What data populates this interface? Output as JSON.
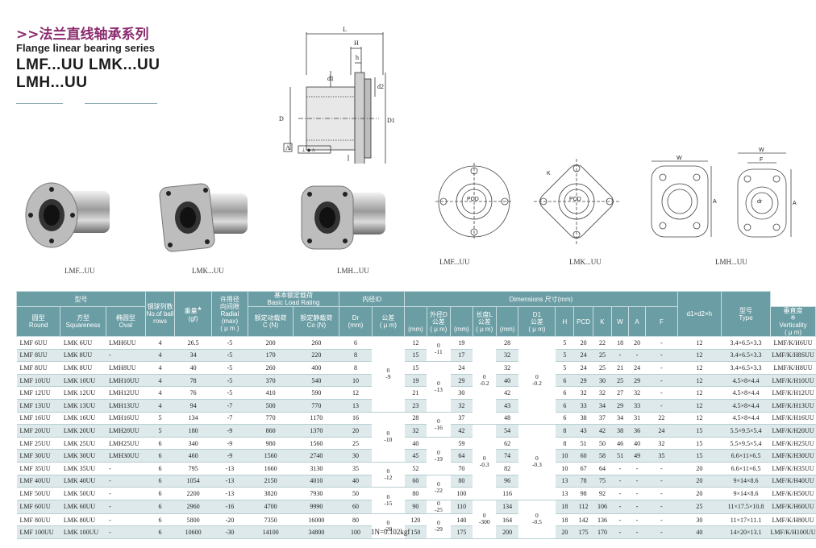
{
  "header": {
    "cn_title": ">>法兰直线轴承系列",
    "en_title": "Flange linear bearing series",
    "models_line1": "LMF...UU   LMK...UU",
    "models_line2": "LMH...UU"
  },
  "drawing_labels": {
    "L": "L",
    "H": "H",
    "h": "h",
    "d1": "d1",
    "d2": "d2",
    "D": "D",
    "D1": "D1",
    "A": "A",
    "W": "W",
    "F": "F",
    "K": "K",
    "PCD": "PCD",
    "dr": "dr",
    "tol_symbol": "⊥ ◆ A"
  },
  "product_labels": {
    "lmf": "LMF...UU",
    "lmk": "LMK...UU",
    "lmh": "LMH...UU"
  },
  "view_labels": {
    "lmf": "LMF...UU",
    "lmk": "LMK...UU",
    "lmh": "LMH...UU"
  },
  "table": {
    "h_model": "型号",
    "h_round": "圆型",
    "h_round_en": "Round",
    "h_square": "方型",
    "h_square_en": "Squareness",
    "h_oval": "椭圆型",
    "h_oval_en": "Oval",
    "h_balls": "钢球列数",
    "h_balls_en1": "No.of ball",
    "h_balls_en2": "rows",
    "h_weight": "重量",
    "h_weight_star": "★",
    "h_weight_unit": "(gf)",
    "h_radial": "许用径",
    "h_radial2": "向间隙",
    "h_radial_en": "Radial",
    "h_radial_max": "(max)",
    "h_radial_unit": "( μ m )",
    "h_load": "基本额定载荷",
    "h_load_en": "Basic Load Rating",
    "h_dyn": "额定动载荷",
    "h_dyn_en": "C (N)",
    "h_stat": "额定静载荷",
    "h_stat_en": "Co (N)",
    "h_id": "内径ID",
    "h_dr": "Dr",
    "h_dr_unit": "(mm)",
    "h_tol": "公差",
    "h_tol_unit": "( μ m)",
    "h_dims": "Dimensions   尺寸(mm)",
    "h_D": "外径D",
    "h_D_mm": "(mm)",
    "h_D_tol": "公差",
    "h_D_tol_u": "( μ m)",
    "h_L": "长度L",
    "h_L_mm": "(mm)",
    "h_L_tol": "公差",
    "h_L_tol_u": "( μ m)",
    "h_D1": "D1",
    "h_D1_mm": "(mm)",
    "h_D1_tol": "公差",
    "h_D1_tol_u": "( μ m)",
    "h_H": "H",
    "h_PCD": "PCD",
    "h_K": "K",
    "h_W": "W",
    "h_A": "A",
    "h_F": "F",
    "h_vert": "垂直度",
    "h_vert_sym": "※",
    "h_vert_en": "Verticality",
    "h_vert_unit": "( μ m)",
    "h_dims2": "d1×d2×h",
    "h_type": "型号",
    "h_type_en": "Type",
    "rows": [
      {
        "round": "LMF 6UU",
        "square": "LMK 6UU",
        "oval": "LMH6UU",
        "balls": "4",
        "weight": "26.5",
        "radial": "-5",
        "c": "200",
        "co": "260",
        "dr": "6",
        "D": "12",
        "L": "19",
        "D1": "28",
        "H": "5",
        "PCD": "20",
        "K": "22",
        "W": "18",
        "A": "20",
        "F": "-",
        "vert": "12",
        "dims": "3.4×6.5×3.3",
        "type": "LMF/K/H6UU"
      },
      {
        "round": "LMF 8UU",
        "square": "LMK 8UU",
        "oval": "-",
        "balls": "4",
        "weight": "34",
        "radial": "-5",
        "c": "170",
        "co": "220",
        "dr": "8",
        "D": "15",
        "L": "17",
        "D1": "32",
        "H": "5",
        "PCD": "24",
        "K": "25",
        "W": "-",
        "A": "-",
        "F": "-",
        "vert": "12",
        "dims": "3.4×6.5×3.3",
        "type": "LMF/K/H8SUU"
      },
      {
        "round": "LMF 8UU",
        "square": "LMK 8UU",
        "oval": "LMH8UU",
        "balls": "4",
        "weight": "40",
        "radial": "-5",
        "c": "260",
        "co": "400",
        "dr": "8",
        "D": "15",
        "L": "24",
        "D1": "32",
        "H": "5",
        "PCD": "24",
        "K": "25",
        "W": "21",
        "A": "24",
        "F": "-",
        "vert": "12",
        "dims": "3.4×6.5×3.3",
        "type": "LMF/K/H8UU"
      },
      {
        "round": "LMF 10UU",
        "square": "LMK 10UU",
        "oval": "LMH10UU",
        "balls": "4",
        "weight": "78",
        "radial": "-5",
        "c": "370",
        "co": "540",
        "dr": "10",
        "D": "19",
        "L": "29",
        "D1": "40",
        "H": "6",
        "PCD": "29",
        "K": "30",
        "W": "25",
        "A": "29",
        "F": "-",
        "vert": "12",
        "dims": "4.5×8×4.4",
        "type": "LMF/K/H10UU"
      },
      {
        "round": "LMF 12UU",
        "square": "LMK 12UU",
        "oval": "LMH12UU",
        "balls": "4",
        "weight": "76",
        "radial": "-5",
        "c": "410",
        "co": "590",
        "dr": "12",
        "D": "21",
        "L": "30",
        "D1": "42",
        "H": "6",
        "PCD": "32",
        "K": "32",
        "W": "27",
        "A": "32",
        "F": "-",
        "vert": "12",
        "dims": "4.5×8×4.4",
        "type": "LMF/K/H12UU"
      },
      {
        "round": "LMF 13UU",
        "square": "LMK 13UU",
        "oval": "LMH13UU",
        "balls": "4",
        "weight": "94",
        "radial": "-7",
        "c": "500",
        "co": "770",
        "dr": "13",
        "D": "23",
        "L": "32",
        "D1": "43",
        "H": "6",
        "PCD": "33",
        "K": "34",
        "W": "29",
        "A": "33",
        "F": "-",
        "vert": "12",
        "dims": "4.5×8×4.4",
        "type": "LMF/K/H13UU"
      },
      {
        "round": "LMF 16UU",
        "square": "LMK 16UU",
        "oval": "LMH16UU",
        "balls": "5",
        "weight": "134",
        "radial": "-7",
        "c": "770",
        "co": "1170",
        "dr": "16",
        "D": "28",
        "L": "37",
        "D1": "48",
        "H": "6",
        "PCD": "38",
        "K": "37",
        "W": "34",
        "A": "31",
        "F": "22",
        "vert": "12",
        "dims": "4.5×8×4.4",
        "type": "LMF/K/H16UU"
      },
      {
        "round": "LMF 20UU",
        "square": "LMK 20UU",
        "oval": "LMH20UU",
        "balls": "5",
        "weight": "180",
        "radial": "-9",
        "c": "860",
        "co": "1370",
        "dr": "20",
        "D": "32",
        "L": "42",
        "D1": "54",
        "H": "8",
        "PCD": "43",
        "K": "42",
        "W": "38",
        "A": "36",
        "F": "24",
        "vert": "15",
        "dims": "5.5×9.5×5.4",
        "type": "LMF/K/H20UU"
      },
      {
        "round": "LMF 25UU",
        "square": "LMK 25UU",
        "oval": "LMH25UU",
        "balls": "6",
        "weight": "340",
        "radial": "-9",
        "c": "980",
        "co": "1560",
        "dr": "25",
        "D": "40",
        "L": "59",
        "D1": "62",
        "H": "8",
        "PCD": "51",
        "K": "50",
        "W": "46",
        "A": "40",
        "F": "32",
        "vert": "15",
        "dims": "5.5×9.5×5.4",
        "type": "LMF/K/H25UU"
      },
      {
        "round": "LMF 30UU",
        "square": "LMK 30UU",
        "oval": "LMH30UU",
        "balls": "6",
        "weight": "460",
        "radial": "-9",
        "c": "1560",
        "co": "2740",
        "dr": "30",
        "D": "45",
        "L": "64",
        "D1": "74",
        "H": "10",
        "PCD": "60",
        "K": "58",
        "W": "51",
        "A": "49",
        "F": "35",
        "vert": "15",
        "dims": "6.6×11×6.5",
        "type": "LMF/K/H30UU"
      },
      {
        "round": "LMF 35UU",
        "square": "LMK 35UU",
        "oval": "-",
        "balls": "6",
        "weight": "795",
        "radial": "-13",
        "c": "1660",
        "co": "3130",
        "dr": "35",
        "D": "52",
        "L": "70",
        "D1": "82",
        "H": "10",
        "PCD": "67",
        "K": "64",
        "W": "-",
        "A": "-",
        "F": "-",
        "vert": "20",
        "dims": "6.6×11×6.5",
        "type": "LMF/K/H35UU"
      },
      {
        "round": "LMF 40UU",
        "square": "LMK 40UU",
        "oval": "-",
        "balls": "6",
        "weight": "1054",
        "radial": "-13",
        "c": "2150",
        "co": "4010",
        "dr": "40",
        "D": "60",
        "L": "80",
        "D1": "96",
        "H": "13",
        "PCD": "78",
        "K": "75",
        "W": "-",
        "A": "-",
        "F": "-",
        "vert": "20",
        "dims": "9×14×8.6",
        "type": "LMF/K/H40UU"
      },
      {
        "round": "LMF 50UU",
        "square": "LMK 50UU",
        "oval": "-",
        "balls": "6",
        "weight": "2200",
        "radial": "-13",
        "c": "3820",
        "co": "7930",
        "dr": "50",
        "D": "80",
        "L": "100",
        "D1": "116",
        "H": "13",
        "PCD": "98",
        "K": "92",
        "W": "-",
        "A": "-",
        "F": "-",
        "vert": "20",
        "dims": "9×14×8.6",
        "type": "LMF/K/H50UU"
      },
      {
        "round": "LMF 60UU",
        "square": "LMK 60UU",
        "oval": "-",
        "balls": "6",
        "weight": "2960",
        "radial": "-16",
        "c": "4700",
        "co": "9990",
        "dr": "60",
        "D": "90",
        "L": "110",
        "D1": "134",
        "H": "18",
        "PCD": "112",
        "K": "106",
        "W": "-",
        "A": "-",
        "F": "-",
        "vert": "25",
        "dims": "11×17.5×10.8",
        "type": "LMF/K/H60UU"
      },
      {
        "round": "LMF 80UU",
        "square": "LMK 80UU",
        "oval": "-",
        "balls": "6",
        "weight": "5800",
        "radial": "-20",
        "c": "7350",
        "co": "16000",
        "dr": "80",
        "D": "120",
        "L": "140",
        "D1": "164",
        "H": "18",
        "PCD": "142",
        "K": "136",
        "W": "-",
        "A": "-",
        "F": "-",
        "vert": "30",
        "dims": "11×17×11.1",
        "type": "LMF/K/H80UU"
      },
      {
        "round": "LMF 100UU",
        "square": "LMK 100UU",
        "oval": "-",
        "balls": "6",
        "weight": "10600",
        "radial": "-30",
        "c": "14100",
        "co": "34800",
        "dr": "100",
        "D": "150",
        "L": "175",
        "D1": "200",
        "H": "20",
        "PCD": "175",
        "K": "170",
        "W": "-",
        "A": "-",
        "F": "-",
        "vert": "40",
        "dims": "14×20×13.1",
        "type": "LMF/K/H100UU"
      }
    ],
    "tol_id": [
      {
        "top": "0",
        "bot": "-9"
      },
      {
        "top": "0",
        "bot": "-10"
      },
      {
        "top": "0",
        "bot": "-12"
      },
      {
        "top": "0",
        "bot": "-15"
      },
      {
        "top": "0",
        "bot": "-20"
      }
    ],
    "tol_D": [
      {
        "top": "0",
        "bot": "-11"
      },
      {
        "top": "0",
        "bot": "-13"
      },
      {
        "top": "0",
        "bot": "-16"
      },
      {
        "top": "0",
        "bot": "-19"
      },
      {
        "top": "0",
        "bot": "-22"
      },
      {
        "top": "0",
        "bot": "-25"
      },
      {
        "top": "0",
        "bot": "-29"
      }
    ],
    "tol_L": [
      {
        "top": "0",
        "bot": "-0.2"
      },
      {
        "top": "0",
        "bot": "-0.3"
      },
      {
        "top": "0",
        "bot": "-300"
      }
    ],
    "tol_D1": [
      {
        "top": "0",
        "bot": "-0.2"
      },
      {
        "top": "0",
        "bot": "-0.3"
      },
      {
        "top": "0",
        "bot": "-0.5"
      }
    ]
  },
  "footnote": "1N=0.102kgf",
  "colors": {
    "header_bg": "#6b9da4",
    "row_alt": "#dde9ea",
    "title_purple": "#8b2a6e"
  }
}
